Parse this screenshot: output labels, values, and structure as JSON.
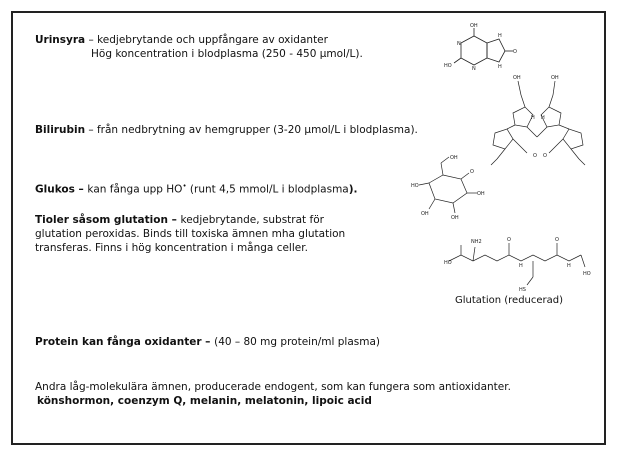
{
  "urinsyra": {
    "name": "Urinsyra",
    "dash": " – ",
    "desc": "kedjebrytande och uppfångare av oxidanter",
    "line2": "Hög koncentration i blodplasma (250 - 450 µmol/L)."
  },
  "bilirubin": {
    "name": "Bilirubin",
    "desc": " – från nedbrytning av hemgrupper (3-20 µmol/L i blodplasma)."
  },
  "glukos": {
    "name": "Glukos – ",
    "desc": "kan fånga upp HO",
    "sup": "•",
    "desc2": " (runt 4,5 mmol/L i blodplasma",
    "end": ")."
  },
  "tioler": {
    "name": "Tioler såsom glutation – ",
    "line1": "kedjebrytande, substrat för",
    "line2": "glutation peroxidas. Binds till toxiska ämnen mha glutation",
    "line3": "transferas. Finns i hög koncentration i många celler."
  },
  "glutation_caption": "Glutation (reducerad)",
  "protein": {
    "name": "Protein kan fånga oxidanter – ",
    "desc": "(40 – 80 mg protein/ml plasma)"
  },
  "andra": {
    "line1": "Andra låg-molekulära ämnen, producerade endogent, som kan fungera som antioxidanter.",
    "line2": "könshormon, coenzym Q,  melanin, melatonin, lipoic acid"
  },
  "atom_labels": {
    "oh": "OH",
    "o": "O",
    "h": "H",
    "n": "N",
    "ho": "HO",
    "nh2": "NH2",
    "hs": "HS"
  }
}
